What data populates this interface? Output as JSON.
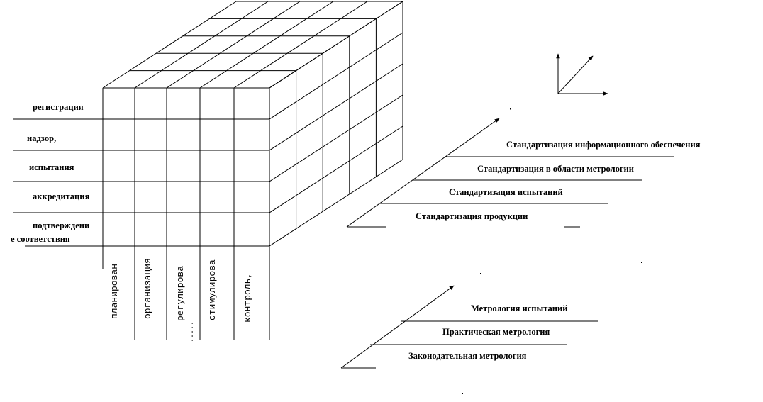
{
  "cube": {
    "row_labels": [
      "регистрация",
      "надзор,",
      "испытания",
      "аккредитация",
      "подтверждени",
      "е соответствия"
    ],
    "column_labels": [
      "планирован",
      "организация",
      "регулирова",
      "стимулирова",
      "контроль,"
    ],
    "column_label_suffix": ".....",
    "rows": 5,
    "columns": 5,
    "depth": 5
  },
  "standardization": {
    "levels": [
      "Стандартизация продукции",
      "Стандартизация испытаний",
      "Стандартизация в области метрологии",
      "Стандартизация информационного обеспечения"
    ]
  },
  "metrology": {
    "levels": [
      "Законодательная метрология",
      "Практическая метрология",
      "Метрология испытаний"
    ]
  }
}
